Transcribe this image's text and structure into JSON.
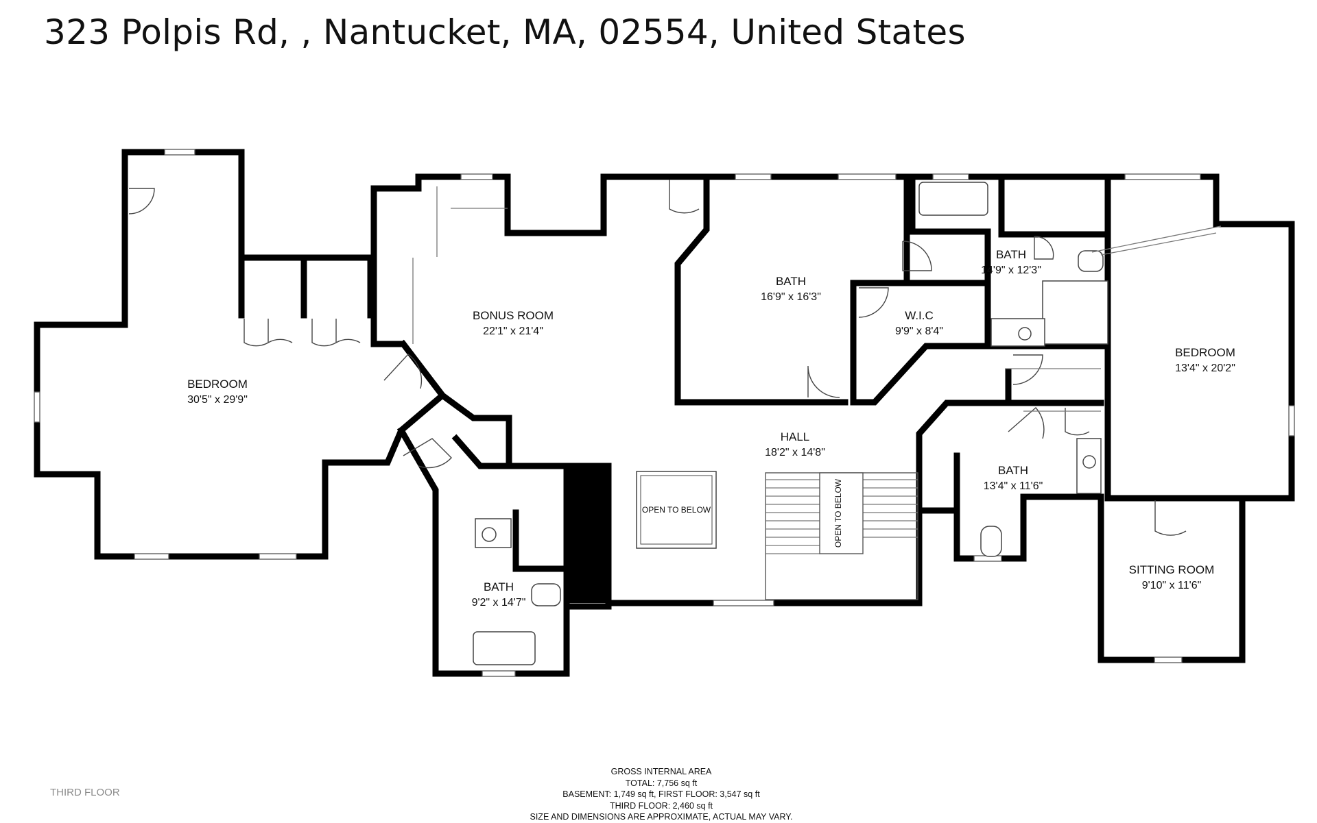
{
  "title": "323 Polpis Rd, , Nantucket, MA, 02554, United States",
  "floor_label": "THIRD FLOOR",
  "rooms": [
    {
      "name": "BEDROOM",
      "dims": "30'5\" x 29'9\""
    },
    {
      "name": "BONUS ROOM",
      "dims": "22'1\" x 21'4\""
    },
    {
      "name": "BATH",
      "dims": "16'9\" x 16'3\""
    },
    {
      "name": "W.I.C",
      "dims": "9'9\" x 8'4\""
    },
    {
      "name": "BATH",
      "dims": "14'9\" x 12'3\""
    },
    {
      "name": "BEDROOM",
      "dims": "13'4\" x 20'2\""
    },
    {
      "name": "HALL",
      "dims": "18'2\" x 14'8\""
    },
    {
      "name": "BATH",
      "dims": "13'4\" x 11'6\""
    },
    {
      "name": "BATH",
      "dims": "9'2\" x 14'7\""
    },
    {
      "name": "SITTING ROOM",
      "dims": "9'10\" x 11'6\""
    }
  ],
  "open_to_below": [
    "OPEN TO BELOW",
    "OPEN TO BELOW"
  ],
  "area": {
    "heading": "GROSS INTERNAL AREA",
    "total": "TOTAL: 7,756 sq ft",
    "line1": "BASEMENT: 1,749 sq ft, FIRST FLOOR: 3,547 sq ft",
    "line2": "THIRD FLOOR: 2,460 sq ft",
    "disclaimer": "SIZE AND DIMENSIONS ARE APPROXIMATE, ACTUAL MAY VARY."
  }
}
